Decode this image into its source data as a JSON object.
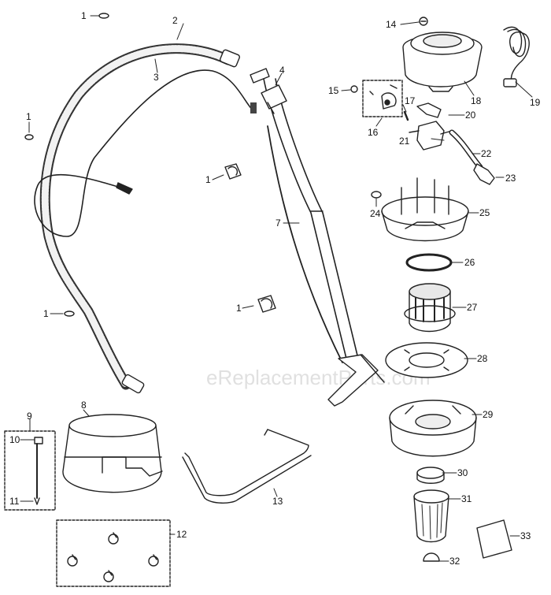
{
  "watermark": "eReplacementParts.com",
  "callouts": {
    "p1": "1",
    "p2": "2",
    "p3": "3",
    "p4": "4",
    "p7": "7",
    "p8": "8",
    "p9": "9",
    "p10": "10",
    "p11": "11",
    "p12": "12",
    "p13": "13",
    "p14": "14",
    "p15": "15",
    "p16": "16",
    "p17": "17",
    "p18": "18",
    "p19": "19",
    "p20": "20",
    "p21": "21",
    "p22": "22",
    "p23": "23",
    "p24": "24",
    "p25": "25",
    "p26": "26",
    "p27": "27",
    "p28": "28",
    "p29": "29",
    "p30": "30",
    "p31": "31",
    "p32": "32",
    "p33": "33"
  }
}
